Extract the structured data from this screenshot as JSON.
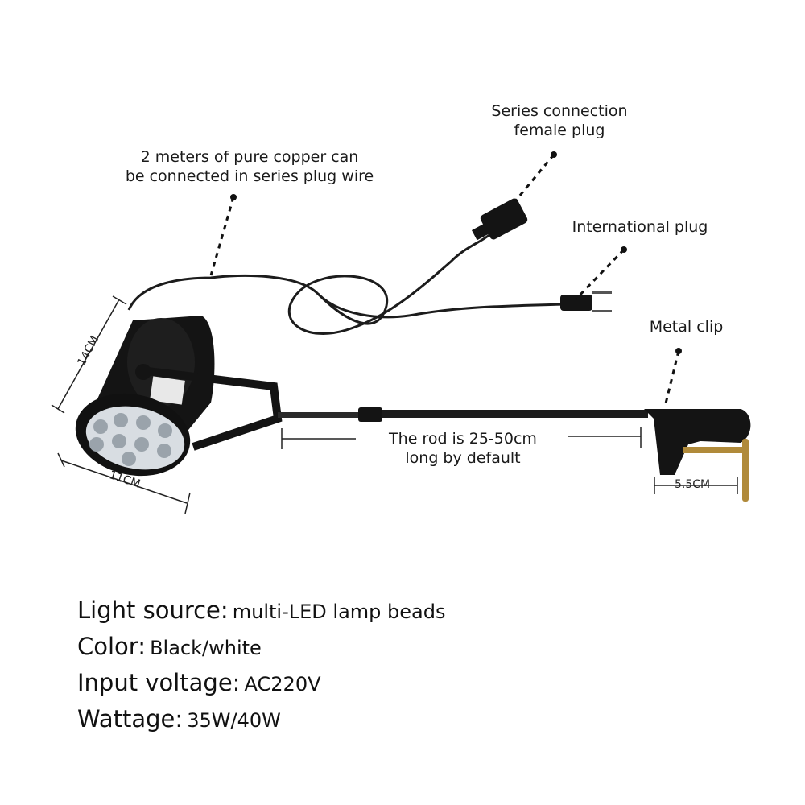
{
  "callouts": {
    "wire_line1": "2 meters of pure copper can",
    "wire_line2": "be connected in series plug wire",
    "female_line1": "Series connection",
    "female_line2": "female plug",
    "intl_plug": "International plug",
    "metal_clip": "Metal clip",
    "rod_line1": "The rod is 25-50cm",
    "rod_line2": "long by default"
  },
  "dimensions": {
    "height": "14CM",
    "width": "11CM",
    "clip": "5.5CM"
  },
  "specs": [
    {
      "key": "Light source:",
      "value": "multi-LED lamp beads"
    },
    {
      "key": "Color:",
      "value": "Black/white"
    },
    {
      "key": "Input voltage:",
      "value": "AC220V"
    },
    {
      "key": "Wattage:",
      "value": "35W/40W"
    }
  ],
  "colors": {
    "body": "#141414",
    "cord": "#1c1c1c",
    "brass": "#b08a3a",
    "led": "#d8dde2"
  }
}
